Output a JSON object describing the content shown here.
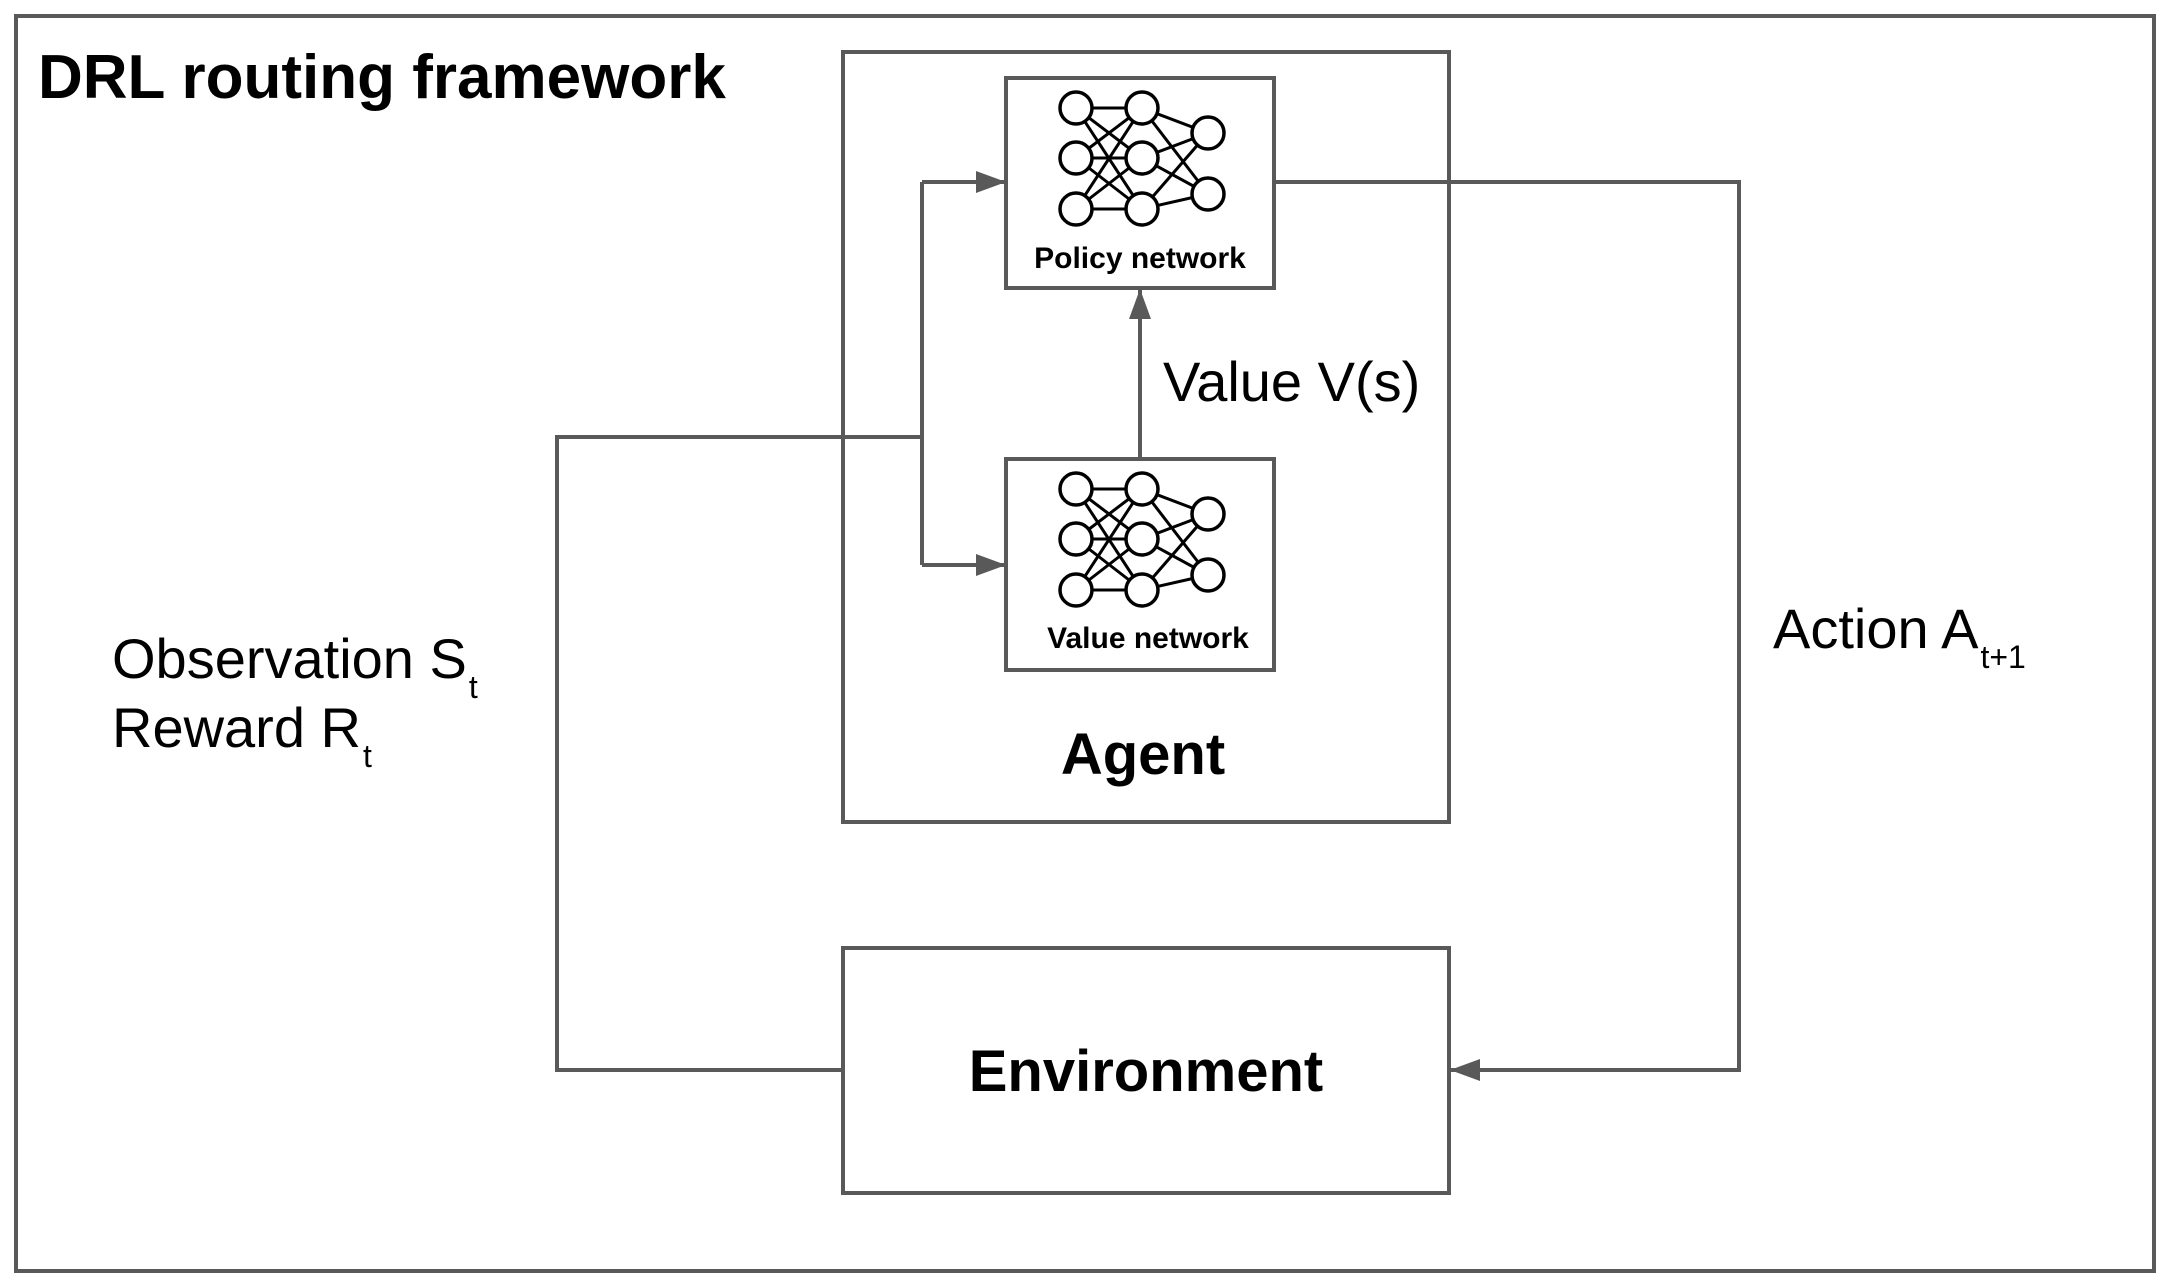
{
  "title": "DRL routing framework",
  "agent": {
    "label": "Agent"
  },
  "environment": {
    "label": "Environment"
  },
  "policy_network": {
    "label": "Policy network",
    "icon": "neural-network-icon"
  },
  "value_network": {
    "label": "Value network",
    "icon": "neural-network-icon"
  },
  "value_edge": {
    "label": "Value V(s)"
  },
  "observation_edge": {
    "observation_label": "Observation S",
    "observation_sub": "t",
    "reward_label": "Reward R",
    "reward_sub": "t"
  },
  "action_edge": {
    "label": "Action A",
    "sub": "t+1"
  },
  "colors": {
    "line": "#595959",
    "box": "#595959",
    "node_fill": "#ffffff",
    "node_stroke": "#000000"
  }
}
